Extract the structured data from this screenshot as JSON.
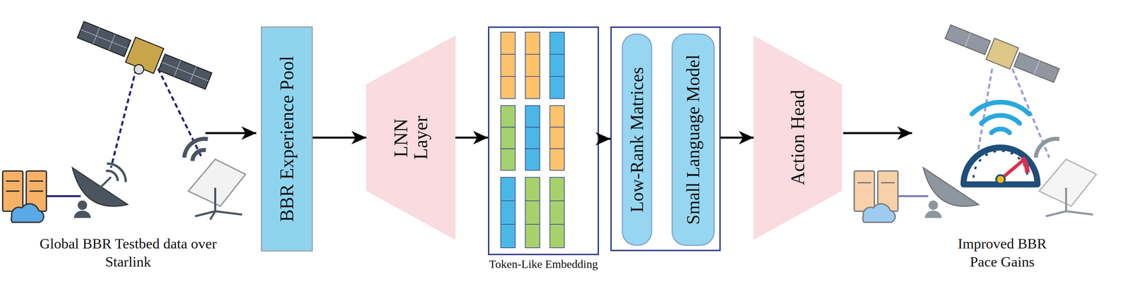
{
  "diagram": {
    "nodes": [
      {
        "text": [
          "BBR Experience Pool"
        ]
      },
      {
        "text": [
          "LNN Layer"
        ]
      },
      {
        "text": [
          "Token-Like Embedding"
        ]
      },
      {
        "text": []
      },
      {
        "text": [
          "Low-Rank Matrices"
        ],
        "in": 3
      },
      {
        "text": [
          "Small Language Model"
        ],
        "in": 3
      },
      {
        "text": [
          "Action Head"
        ]
      }
    ],
    "edges": [
      {
        "from": 0,
        "to": 1,
        "arrow": "to"
      },
      {
        "from": 1,
        "to": 2,
        "arrow": "to"
      },
      {
        "from": 2,
        "to": 3,
        "arrow": "to"
      },
      {
        "from": 3,
        "to": 6,
        "arrow": "to"
      }
    ],
    "labels": [
      "Global BBR Testbed data over Starlink",
      "Improved BBR Pace Gains"
    ]
  }
}
